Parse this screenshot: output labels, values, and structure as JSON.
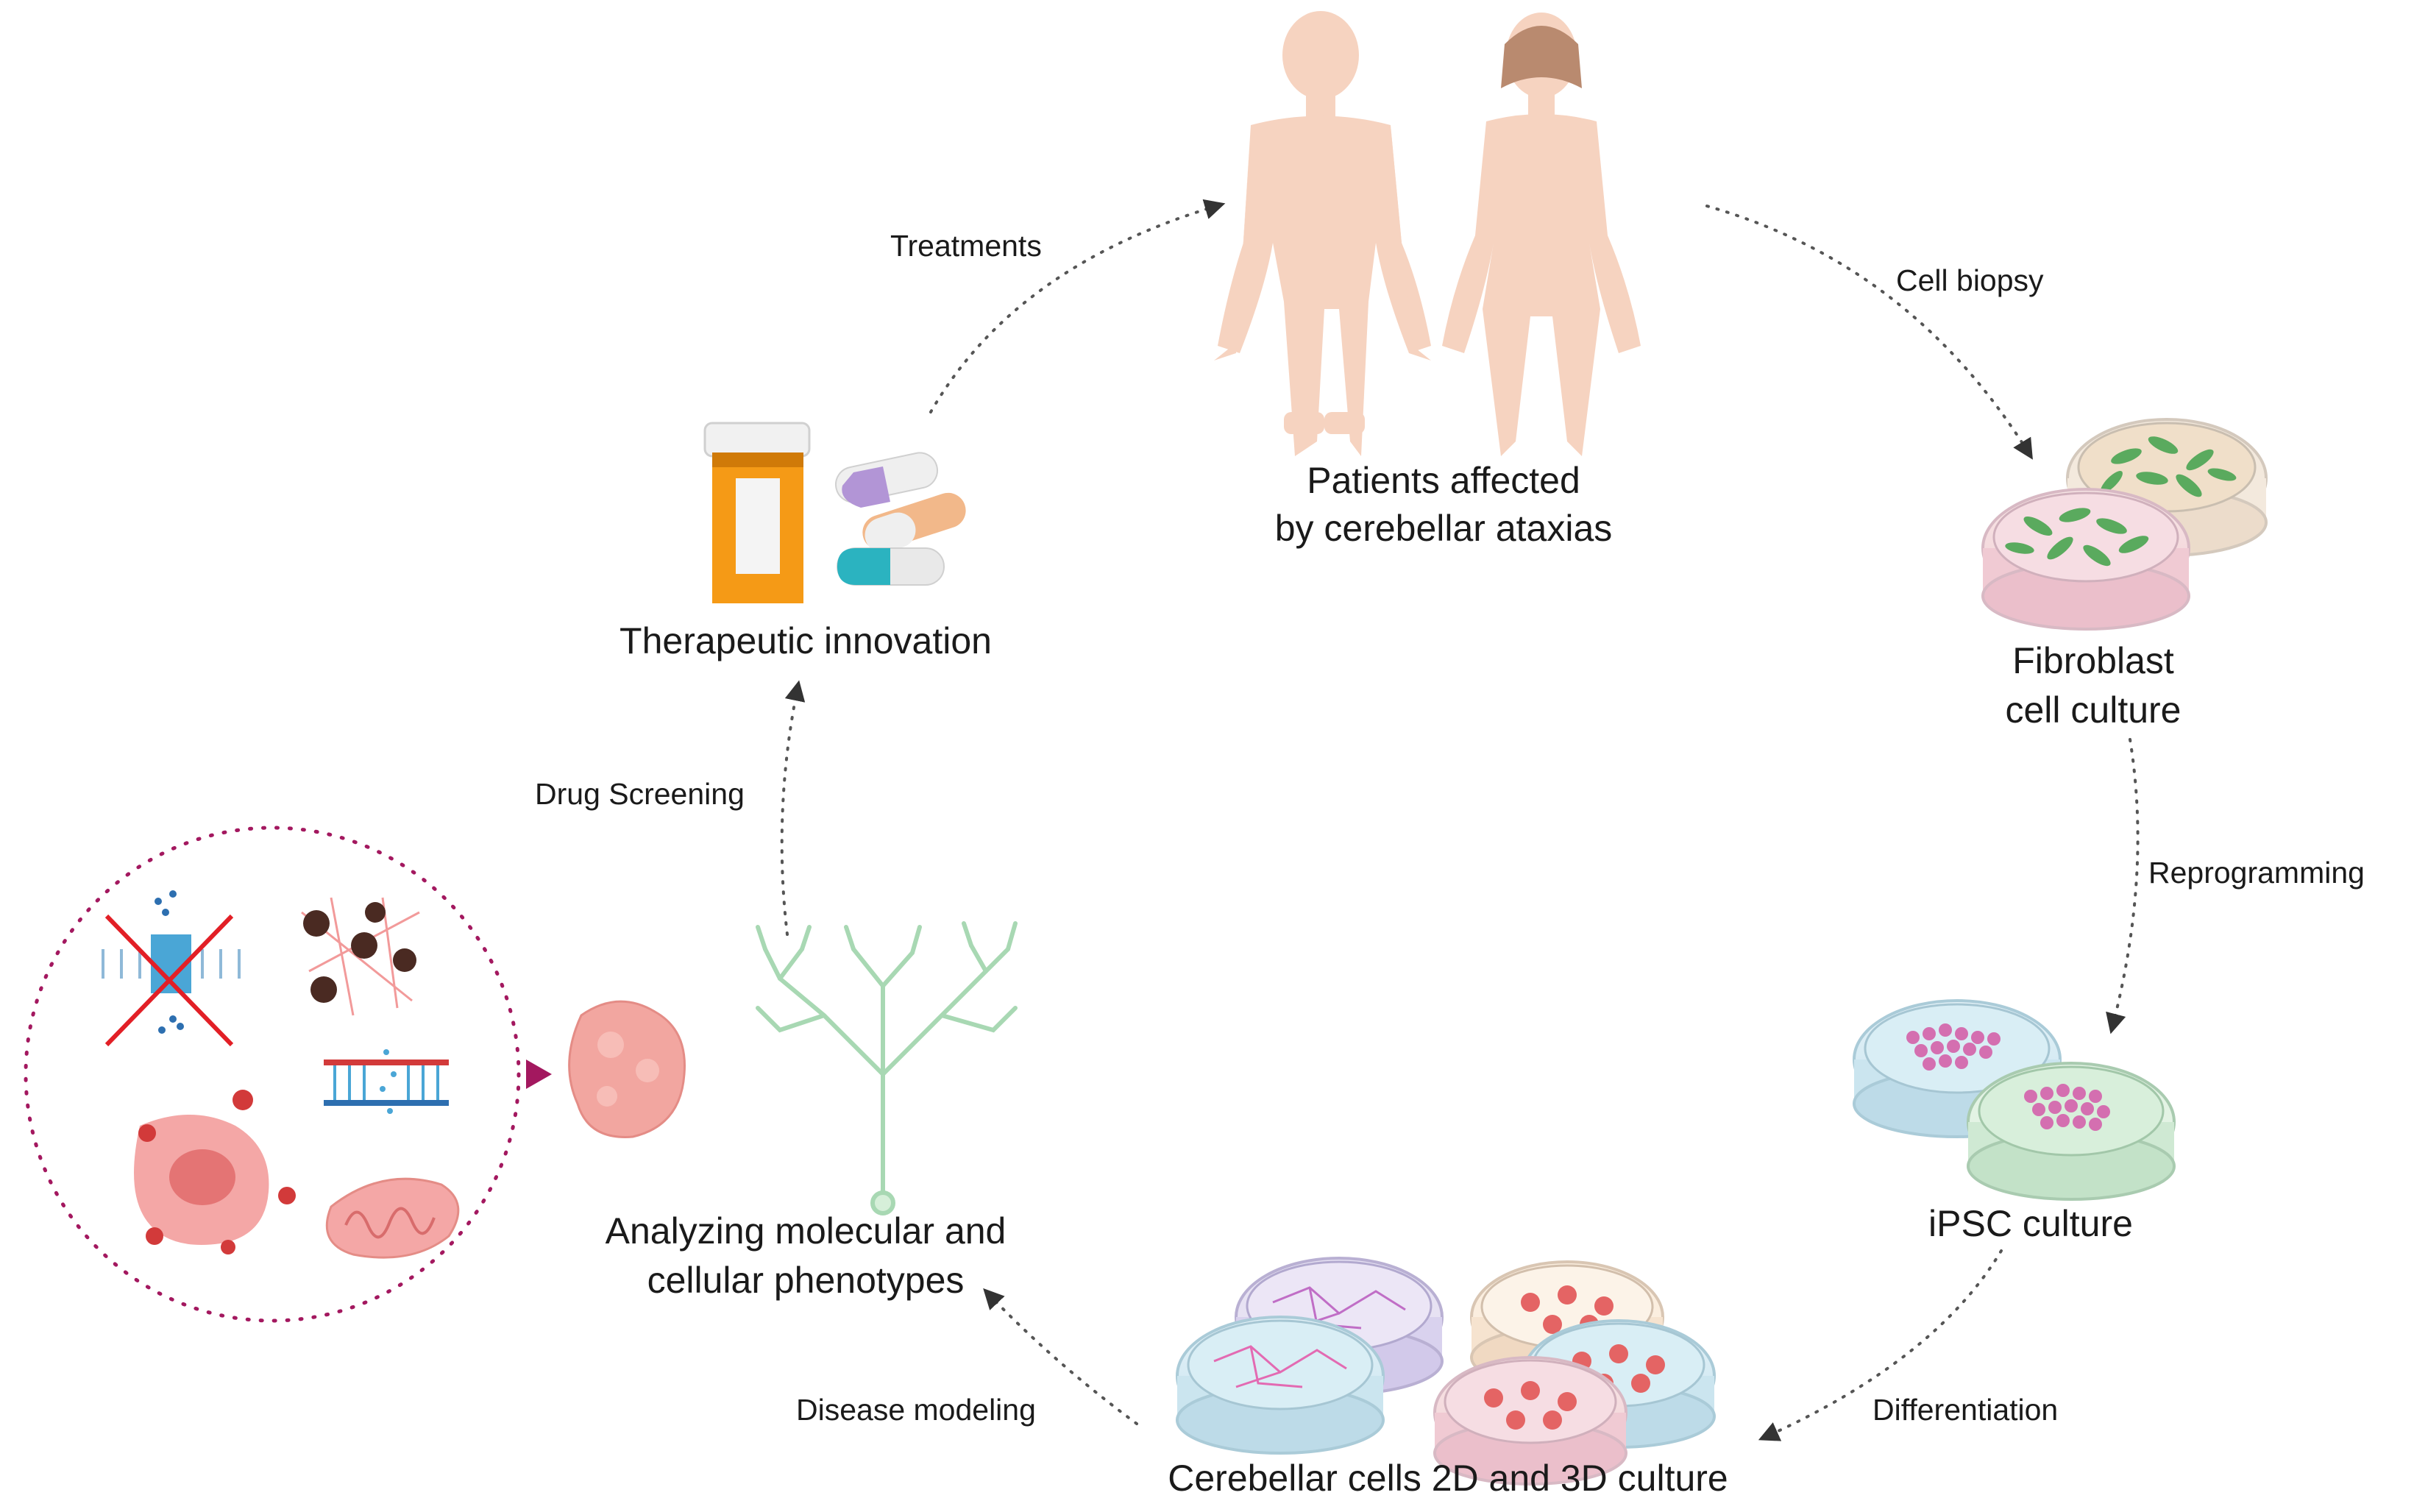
{
  "nodes": {
    "patients": {
      "line1": "Patients affected",
      "line2": "by cerebellar ataxias"
    },
    "fibroblast": {
      "line1": "Fibroblast",
      "line2": "cell culture"
    },
    "ipsc": {
      "label": "iPSC culture"
    },
    "cerebellar": {
      "label": "Cerebellar cells 2D and 3D culture"
    },
    "analyzing": {
      "line1": "Analyzing molecular and",
      "line2": "cellular phenotypes"
    },
    "therapeutic": {
      "label": "Therapeutic innovation"
    }
  },
  "steps": {
    "cell_biopsy": "Cell biopsy",
    "reprogramming": "Reprogramming",
    "differentiation": "Differentiation",
    "disease_modeling": "Disease modeling",
    "drug_screening": "Drug Screening",
    "treatments": "Treatments"
  },
  "colors": {
    "skin": "#f6d3c0",
    "fibroblast_cells": "#5aaa5e",
    "ipsc_colonies": "#d46fb0",
    "neuron": "#a8d8b3",
    "organoid": "#f2a6a0",
    "pill_bottle": "#f59a16",
    "phenotype_circle": "#a3185f",
    "cross": "#e21f26"
  }
}
